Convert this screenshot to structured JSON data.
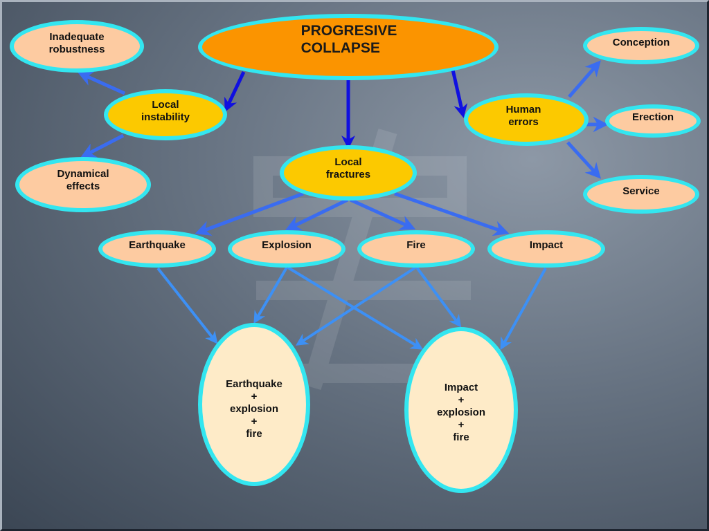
{
  "colors": {
    "ring": "#33e6f0",
    "peach": "#fdcba1",
    "gold": "#fcc900",
    "orange": "#fb9400",
    "cream": "#feebc8",
    "arrow_dark": "#1010e0",
    "arrow_mid": "#3a6cf0",
    "arrow_light": "#3d90f5"
  },
  "nodes": {
    "main": "PROGRESIVE\n   COLLAPSE",
    "inadequate": "Inadequate\nrobustness",
    "local_instability": "Local\ninstability",
    "dynamical": "Dynamical\neffects",
    "local_fractures": "Local\nfractures",
    "human_errors": "Human\nerrors",
    "conception": "Conception",
    "erection": "Erection",
    "service": "Service",
    "earthquake": "Earthquake",
    "explosion": "Explosion",
    "fire": "Fire",
    "impact": "Impact",
    "combo_left": "Earthquake\n+\nexplosion\n+\nfire",
    "combo_right": "Impact\n+\nexplosion\n+\nfire"
  }
}
